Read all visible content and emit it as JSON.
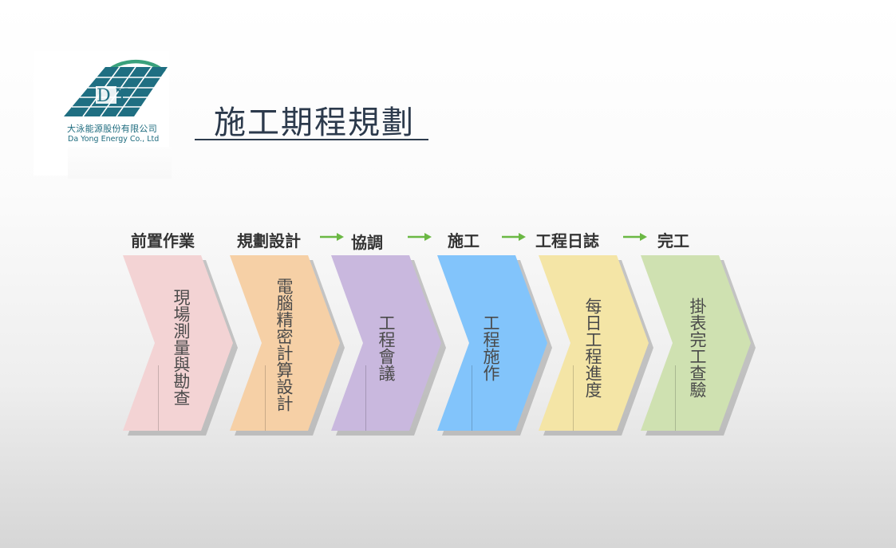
{
  "logo": {
    "company_cn": "大泳能源股份有限公司",
    "company_en": "Da Yong Energy Co., Ltd",
    "letters": "D Y"
  },
  "title": "施工期程規劃",
  "steps": [
    {
      "label": "前置作業",
      "content": "現場測量與勘查",
      "color": "#f3d3d4"
    },
    {
      "label": "規劃設計",
      "content": "電腦精密計算設計",
      "color": "#f6d0a6"
    },
    {
      "label": "協調",
      "content": "工程會議",
      "color": "#c9b8de"
    },
    {
      "label": "施工",
      "content": "工程施作",
      "color": "#82c4fb"
    },
    {
      "label": "工程日誌",
      "content": "每日工程進度",
      "color": "#f4e5a6"
    },
    {
      "label": "完工",
      "content": "掛表完工查驗",
      "color": "#cfe1b1"
    }
  ],
  "arrow_color": "#6bb844"
}
